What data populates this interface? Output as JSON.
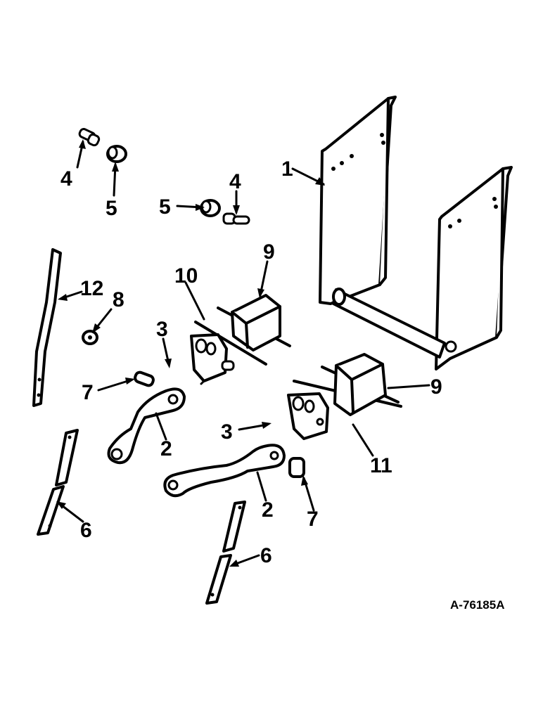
{
  "callouts": {
    "c1": "1",
    "c2a": "2",
    "c2b": "2",
    "c3a": "3",
    "c3b": "3",
    "c4a": "4",
    "c4b": "4",
    "c5a": "5",
    "c5b": "5",
    "c6a": "6",
    "c6b": "6",
    "c7a": "7",
    "c7b": "7",
    "c8": "8",
    "c9a": "9",
    "c9b": "9",
    "c10": "10",
    "c11": "11",
    "c12": "12"
  },
  "reference_number": "A-76185A"
}
